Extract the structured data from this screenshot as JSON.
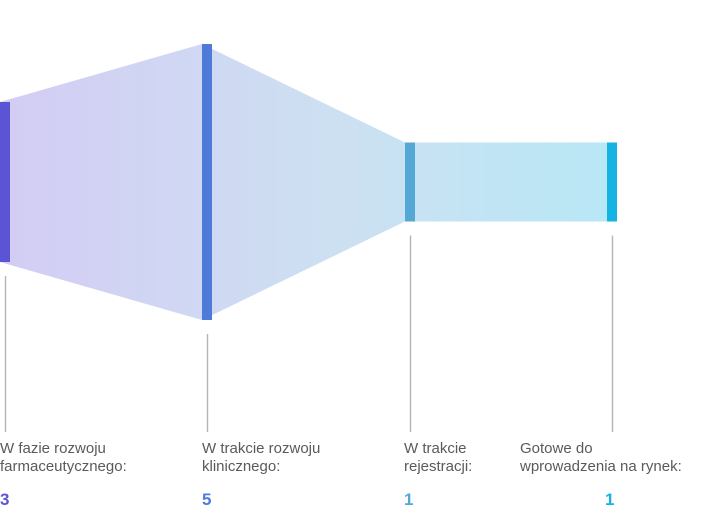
{
  "chart_data": {
    "type": "funnel",
    "ylim": [
      0,
      5
    ],
    "stages": [
      {
        "label": "W fazie rozwoju\nfarmaceutycznego:",
        "value": 3,
        "value_text": "3",
        "color": "#5b55d6"
      },
      {
        "label": "W trakcie rozwoju\nklinicznego:",
        "value": 5,
        "value_text": "5",
        "color": "#4f7bd8"
      },
      {
        "label": "W trakcie\nrejestracji:",
        "value": 1,
        "value_text": "1",
        "color": "#55a7d6"
      },
      {
        "label": "Gotowe do\nwprowadzenia na rynek:",
        "value": 1,
        "value_text": "1",
        "color": "#13b3e3"
      }
    ],
    "gradient": [
      "#d3ccf4",
      "#cde0f2",
      "#b8e7f5"
    ],
    "connector_color": "#b5b5b5"
  }
}
